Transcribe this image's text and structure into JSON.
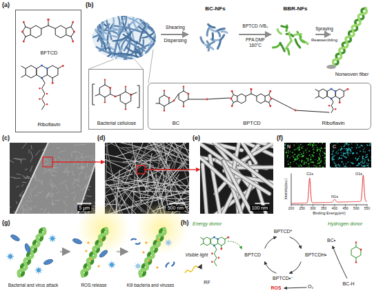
{
  "diagram": {
    "nodes": [
      {
        "text": [
          "BFTCD",
          "Riboflavin"
        ]
      },
      {
        "text": [
          "Bacterial cellulose"
        ]
      },
      {
        "text": [
          "BC",
          "BPTCD",
          "Riboflavin"
        ]
      },
      {
        "text": [
          "5 μm"
        ]
      },
      {
        "text": [
          "500 nm"
        ]
      },
      {
        "text": [
          "100 nm"
        ]
      },
      {
        "text": [
          "N"
        ]
      },
      {
        "text": [
          "C"
        ]
      }
    ],
    "edges": [
      {
        "from": 3,
        "to": 4,
        "arrow": "to"
      },
      {
        "from": 4,
        "to": 5,
        "arrow": "to"
      }
    ],
    "labels": [
      "(a)",
      "(b)",
      "BC-NFs",
      "BBR-NFs",
      "Shearing",
      "Dispersing",
      "BPTCD /VB₂",
      "PPA DMF",
      "160°C",
      "Spraying",
      "Reassembling",
      "Nonwoven fiber",
      "(c)",
      "(d)",
      "(e)",
      "(f)",
      "C1s",
      "N1s",
      "O1s",
      "Binding Energy(eV)",
      "Intensity(a.u.)",
      "200",
      "250",
      "300",
      "350",
      "400",
      "450",
      "500",
      "550",
      "(g)",
      "Bacterial and virus attack",
      "ROS release",
      "Kill bacteria and viruses",
      "(h)",
      "Energy donor",
      "Hydrogen donor",
      "Visible light",
      "RF",
      "BPTCD*",
      "BPTCD",
      "BPTCDH•",
      "BPTCD•⁻",
      "ROS",
      "O₂",
      "BC•",
      "BC-H"
    ]
  }
}
